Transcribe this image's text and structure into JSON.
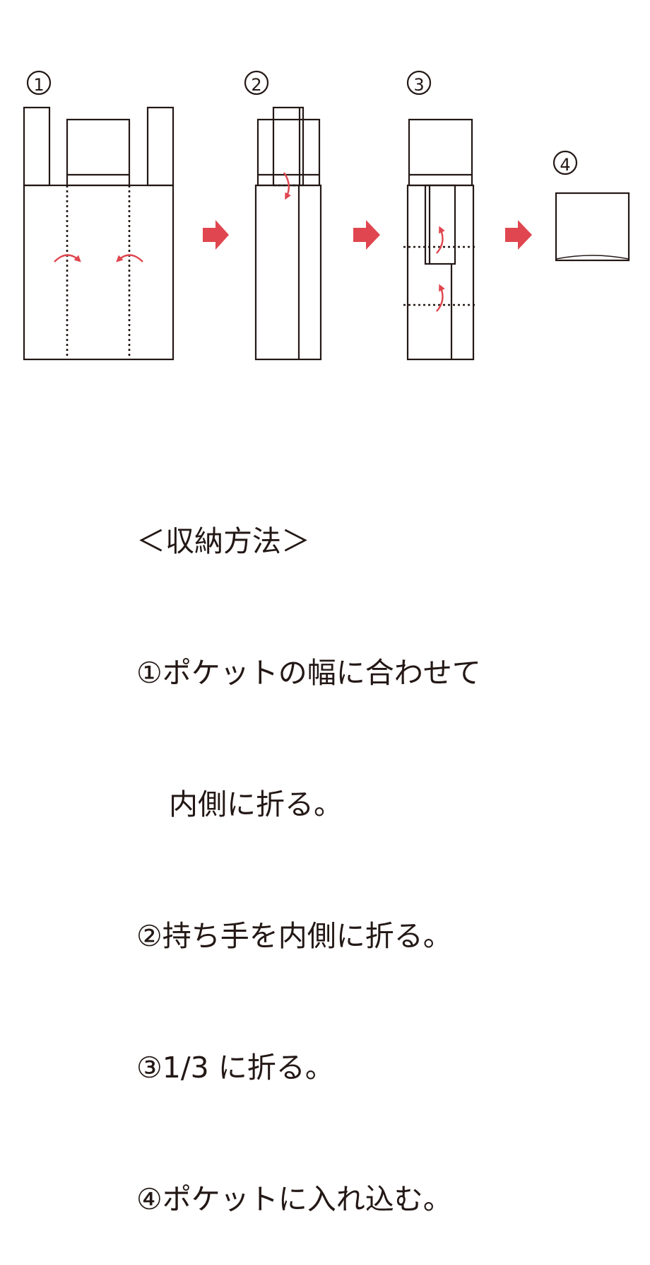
{
  "steps": [
    {
      "number": "①"
    },
    {
      "number": "②"
    },
    {
      "number": "③"
    },
    {
      "number": "④"
    }
  ],
  "accent_color": "#e0464f",
  "instructions": {
    "title": "＜収納方法＞",
    "lines": [
      "①ポケットの幅に合わせて",
      "内側に折る。",
      "②持ち手を内側に折る。",
      "③1/3 に折る。",
      "④ポケットに入れ込む。"
    ]
  }
}
